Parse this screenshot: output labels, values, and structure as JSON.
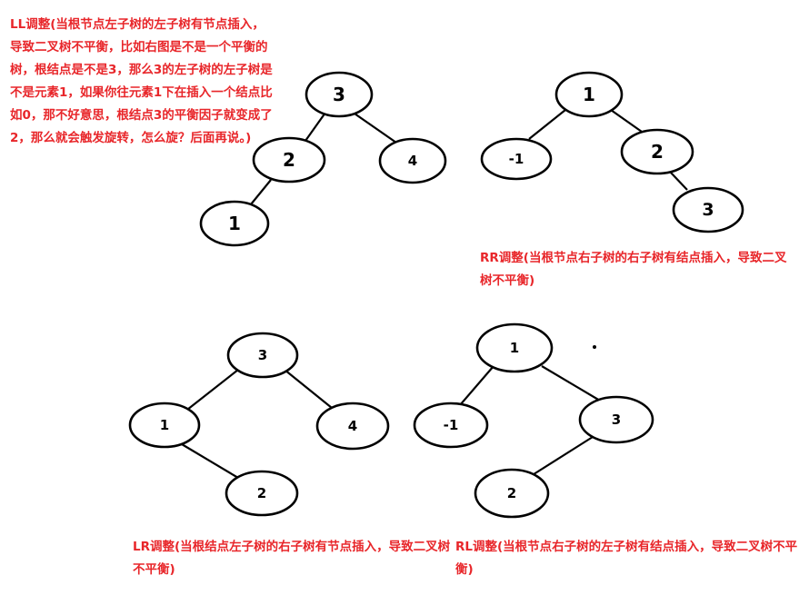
{
  "captions": {
    "ll": "LL调整(当根节点左子树的左子树有节点插入，导致二叉树不平衡，比如右图是不是一个平衡的树，根结点是不是3，那么3的左子树的左子树是不是元素1，如果你往元素1下在插入一个结点比如0，那不好意思，根结点3的平衡因子就变成了2，那么就会触发旋转，怎么旋？后面再说。)",
    "rr": "RR调整(当根节点右子树的右子树有结点插入，导致二叉树不平衡)",
    "lr": "LR调整(当根结点左子树的右子树有节点插入，导致二叉树不平衡)",
    "rl": "RL调整(当根节点右子树的左子树有结点插入，导致二叉树不平衡)"
  },
  "trees": {
    "ll": {
      "nodes": [
        "3",
        "2",
        "4",
        "1"
      ],
      "edges": [
        [
          "3",
          "2"
        ],
        [
          "3",
          "4"
        ],
        [
          "2",
          "1"
        ]
      ]
    },
    "rr": {
      "nodes": [
        "1",
        "-1",
        "2",
        "3"
      ],
      "edges": [
        [
          "1",
          "-1"
        ],
        [
          "1",
          "2"
        ],
        [
          "2",
          "3"
        ]
      ]
    },
    "lr": {
      "nodes": [
        "3",
        "1",
        "4",
        "2"
      ],
      "edges": [
        [
          "3",
          "1"
        ],
        [
          "3",
          "4"
        ],
        [
          "1",
          "2"
        ]
      ]
    },
    "rl": {
      "nodes": [
        "1",
        "-1",
        "3",
        "2"
      ],
      "edges": [
        [
          "1",
          "-1"
        ],
        [
          "1",
          "3"
        ],
        [
          "3",
          "2"
        ]
      ]
    }
  }
}
